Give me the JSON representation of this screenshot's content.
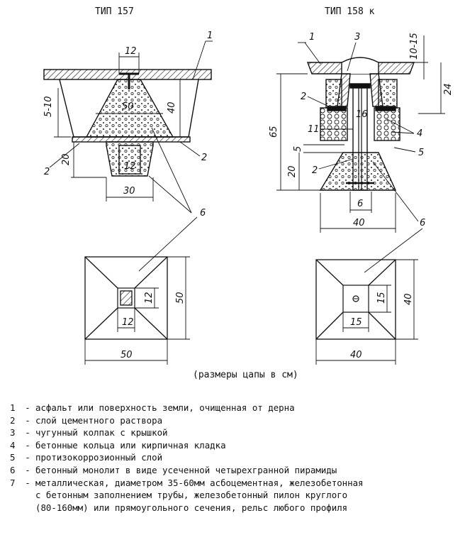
{
  "titles": {
    "left": "ТИП 157",
    "right": "ТИП 158 к"
  },
  "caption": "(размеры цапы в см)",
  "left_labels": {
    "d12_top": "12",
    "d5_10": "5-10",
    "d50": "50",
    "d40": "40",
    "d20": "20",
    "d12_inner": "12",
    "d30": "30",
    "n1": "1",
    "n2a": "2",
    "n2b": "2",
    "n6": "6"
  },
  "right_labels": {
    "n1": "1",
    "n3": "3",
    "d10_15": "10-15",
    "d24": "24",
    "n2a": "2",
    "d65": "65",
    "d16": "16",
    "d11": "11",
    "d5": "5",
    "n4": "4",
    "n5": "5",
    "d20": "20",
    "n2b": "2",
    "d6": "6",
    "d40": "40",
    "n6": "6"
  },
  "plan_left": {
    "d50_w": "50",
    "d50_h": "50",
    "d12_w": "12",
    "d12_h": "12"
  },
  "plan_right": {
    "d40_w": "40",
    "d40_h": "40",
    "d15_w": "15",
    "d15_h": "15"
  },
  "legend": [
    {
      "num": "1",
      "text": "асфальт или поверхность земли, очищенная от дерна"
    },
    {
      "num": "2",
      "text": "слой цементного раствора"
    },
    {
      "num": "3",
      "text": "чугунный колпак с крышкой"
    },
    {
      "num": "4",
      "text": "бетонные кольца или кирпичная кладка"
    },
    {
      "num": "5",
      "text": "протизокоррозионный слой"
    },
    {
      "num": "6",
      "text": "бетонный монолит в виде усеченной четырехгранной пирамиды"
    },
    {
      "num": "7",
      "text": "металлическая, диаметром 35-60мм асбоцементная, железобетонная\nс бетонным заполнением трубы, железобетонный пилон круглого\n(80-160мм) или прямоугольного сечения, рельс любого профиля"
    }
  ]
}
